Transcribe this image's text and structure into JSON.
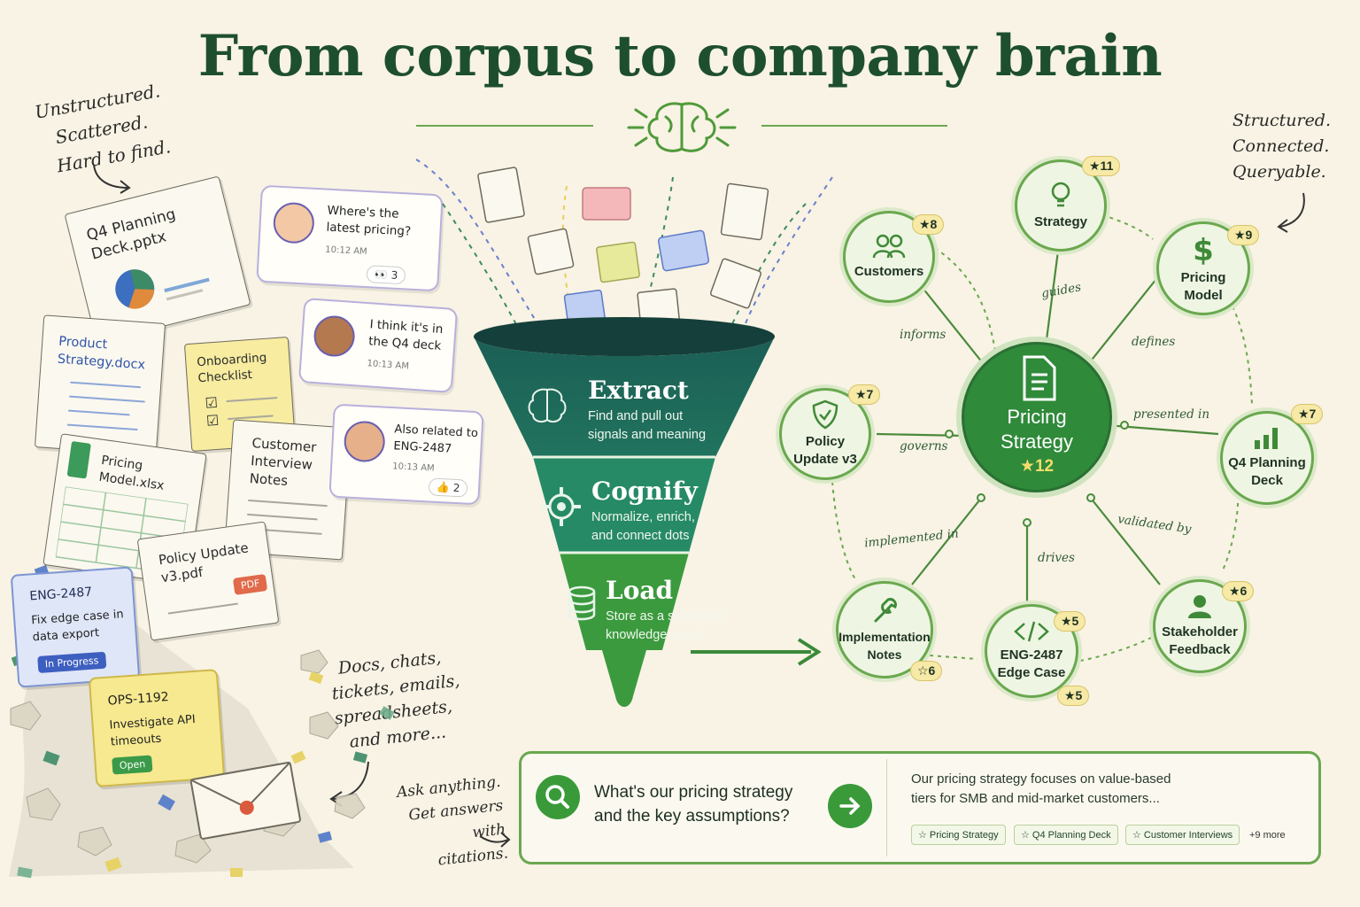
{
  "title": "From corpus to company brain",
  "left_note": [
    "Unstructured.",
    "Scattered.",
    "Hard to find."
  ],
  "right_note": [
    "Structured.",
    "Connected.",
    "Queryable."
  ],
  "docs_note": [
    "Docs, chats,",
    "tickets, emails,",
    "spreadsheets,",
    "and more..."
  ],
  "ask_note": [
    "Ask anything.",
    "Get answers with",
    "citations."
  ],
  "documents": {
    "q4_deck": [
      "Q4 Planning",
      "Deck.pptx"
    ],
    "product_strategy": [
      "Product",
      "Strategy.docx"
    ],
    "onboarding": [
      "Onboarding",
      "Checklist"
    ],
    "customer_interview": [
      "Customer",
      "Interview",
      "Notes"
    ],
    "pricing_model": [
      "Pricing",
      "Model.xlsx"
    ],
    "policy_update": [
      "Policy Update",
      "v3.pdf"
    ],
    "pdf_tag": "PDF"
  },
  "chats": [
    {
      "message": [
        "Where's the",
        "latest pricing?"
      ],
      "time": "10:12 AM",
      "reaction": "👀 3"
    },
    {
      "message": [
        "I think it's in",
        "the Q4 deck"
      ],
      "time": "10:13 AM",
      "reaction": ""
    },
    {
      "message": [
        "Also related to",
        "ENG-2487"
      ],
      "time": "10:13 AM",
      "reaction": "👍 2"
    }
  ],
  "tickets": [
    {
      "id": "ENG-2487",
      "text": [
        "Fix edge case in",
        "data export"
      ],
      "status": "In Progress"
    },
    {
      "id": "OPS-1192",
      "text": [
        "Investigate API",
        "timeouts"
      ],
      "status": "Open"
    }
  ],
  "funnel": {
    "extract": {
      "title": "Extract",
      "desc": [
        "Find and pull out",
        "signals and meaning"
      ]
    },
    "cognify": {
      "title": "Cognify",
      "desc": [
        "Normalize, enrich,",
        "and connect dots"
      ]
    },
    "load": {
      "title": "Load",
      "desc": [
        "Store as a structured",
        "knowledge graph"
      ]
    }
  },
  "graph": {
    "center": {
      "label": [
        "Pricing",
        "Strategy"
      ],
      "badge": "★12"
    },
    "nodes": {
      "strategy": {
        "label": [
          "Strategy"
        ],
        "badge": "★11"
      },
      "customers": {
        "label": [
          "Customers"
        ],
        "badge": "★8"
      },
      "pricing_model": {
        "label": [
          "Pricing",
          "Model"
        ],
        "badge": "★9"
      },
      "policy": {
        "label": [
          "Policy",
          "Update v3"
        ],
        "badge": "★7"
      },
      "q4_deck": {
        "label": [
          "Q4 Planning",
          "Deck"
        ],
        "badge": "★7"
      },
      "implementation": {
        "label": [
          "Implementation",
          "Notes"
        ],
        "badge": "☆6"
      },
      "eng": {
        "label": [
          "ENG-2487",
          "Edge Case"
        ],
        "badge_top": "★5",
        "badge_bottom": "★5"
      },
      "stakeholder": {
        "label": [
          "Stakeholder",
          "Feedback"
        ],
        "badge": "★6"
      }
    },
    "edges": {
      "guides": "guides",
      "informs": "informs",
      "defines": "defines",
      "presented_in": "presented in",
      "governs": "governs",
      "implemented_in": "implemented in",
      "drives": "drives",
      "validated_by": "validated by"
    }
  },
  "search": {
    "question": [
      "What's our pricing strategy",
      "and the key assumptions?"
    ],
    "answer": [
      "Our pricing strategy focuses on value-based",
      "tiers for SMB and mid-market customers..."
    ],
    "citations": [
      "Pricing Strategy",
      "Q4 Planning Deck",
      "Customer Interviews"
    ],
    "more": "+9 more"
  },
  "colors": {
    "dark_green": "#1d4f2e",
    "funnel_top": "#1e6b5a",
    "funnel_mid": "#2a8a62",
    "funnel_bottom": "#3f9b3c",
    "node_border": "#6aa84f",
    "badge": "#f7e9a6"
  }
}
